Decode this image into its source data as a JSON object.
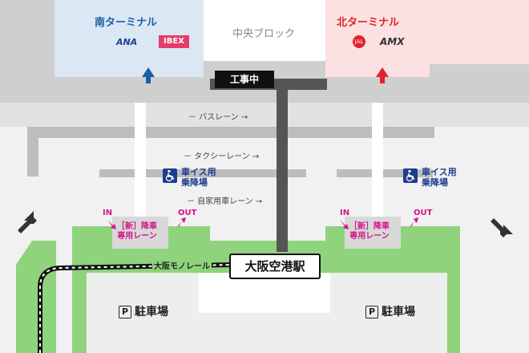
{
  "terminals": {
    "south": {
      "name": "南ターミナル",
      "airlines": [
        "ANA",
        "IBEX"
      ],
      "color": "#1c5fa8"
    },
    "center": {
      "name": "中央ブロック"
    },
    "north": {
      "name": "北ターミナル",
      "airlines": [
        "JAL",
        "AMX"
      ],
      "color": "#e0222c"
    }
  },
  "construction": {
    "label": "工事中"
  },
  "lanes": {
    "bus": "－ バスレーン →",
    "taxi": "－ タクシーレーン →",
    "private": "－ 自家用車レーン →"
  },
  "wheelchair": {
    "line1": "車イス用",
    "line2": "乗降場"
  },
  "dropoff": {
    "in_label": "IN",
    "out_label": "OUT",
    "line1": "［新］降車",
    "line2": "専用レーン"
  },
  "monorail": {
    "label": "大阪モノレール"
  },
  "station": {
    "label": "大阪空港駅"
  },
  "parking": {
    "icon": "P",
    "label": "駐車場"
  },
  "colors": {
    "green": "#8fd37c",
    "blue": "#1d3e8f",
    "magenta": "#d4148c"
  }
}
